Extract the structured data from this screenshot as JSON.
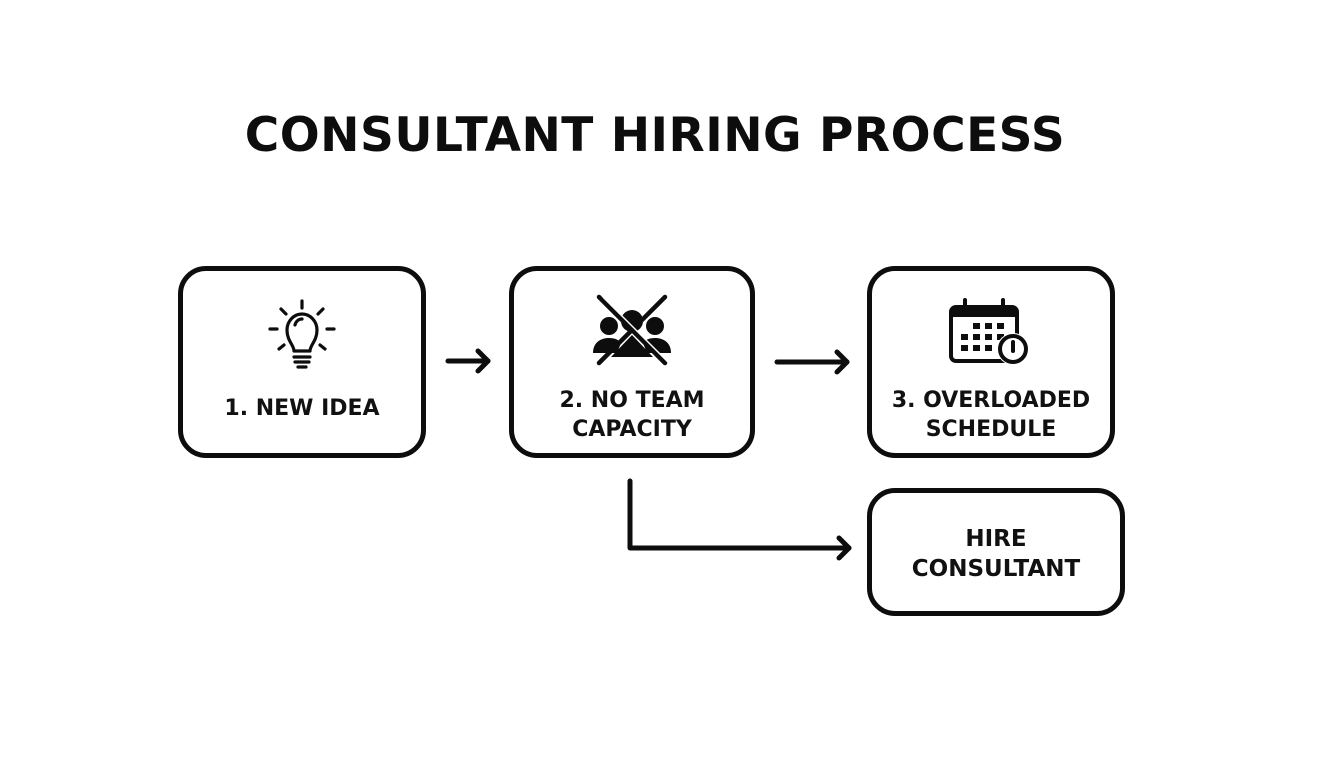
{
  "title": "CONSULTANT HIRING PROCESS",
  "steps": [
    {
      "label_line1": "1. NEW IDEA",
      "label_line2": "",
      "icon": "lightbulb-icon"
    },
    {
      "label_line1": "2. NO TEAM",
      "label_line2": "CAPACITY",
      "icon": "team-crossed-out-icon"
    },
    {
      "label_line1": "3. OVERLOADED",
      "label_line2": "SCHEDULE",
      "icon": "calendar-clock-icon"
    }
  ],
  "outcome": {
    "label_line1": "HIRE",
    "label_line2": "CONSULTANT"
  },
  "connectors": [
    {
      "from": "1. NEW IDEA",
      "to": "2. NO TEAM CAPACITY",
      "type": "arrow"
    },
    {
      "from": "2. NO TEAM CAPACITY",
      "to": "3. OVERLOADED SCHEDULE",
      "type": "arrow"
    },
    {
      "from": "2. NO TEAM CAPACITY",
      "to": "HIRE CONSULTANT",
      "type": "elbow-arrow"
    }
  ],
  "colors": {
    "stroke": "#0d0d0d",
    "background": "#ffffff"
  }
}
